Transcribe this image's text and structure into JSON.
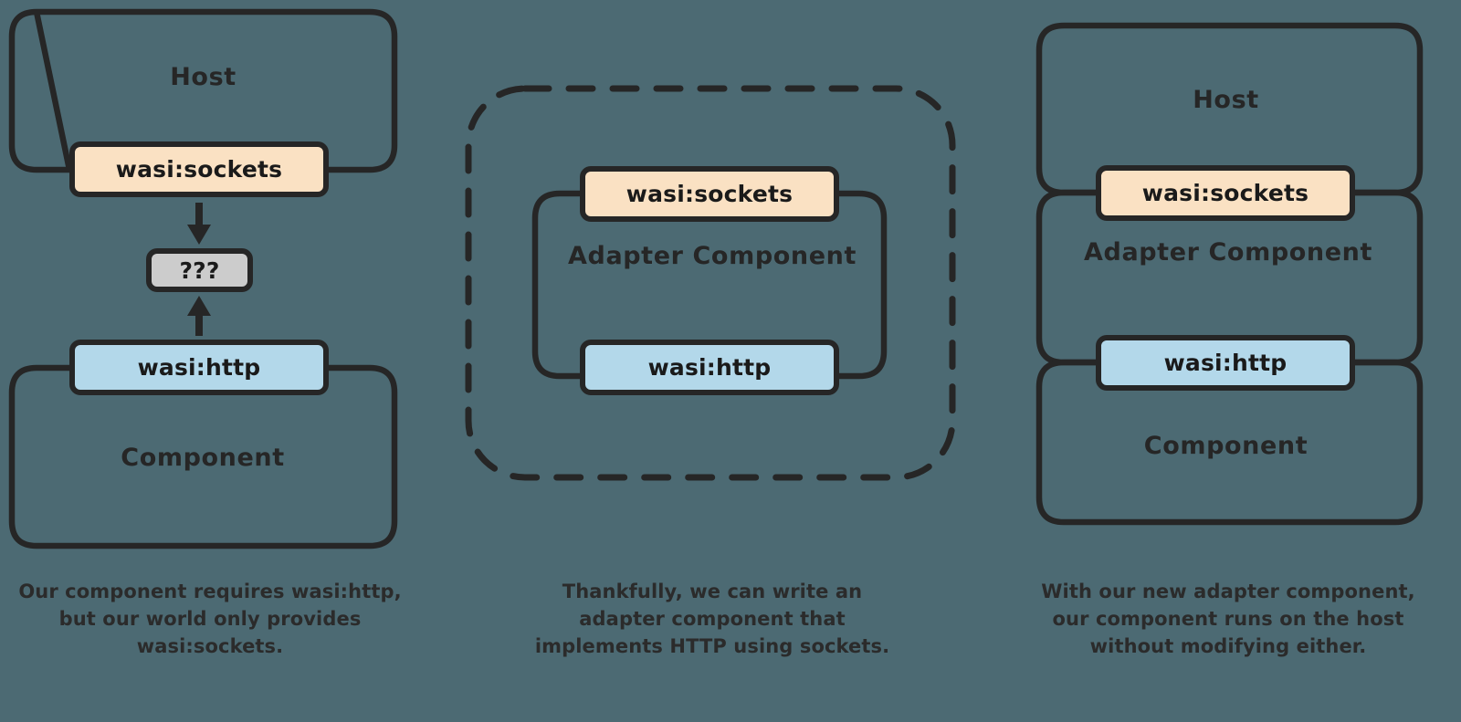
{
  "background_color": "#4c6a73",
  "stroke_color": "#262626",
  "text_color": "#262626",
  "palette": {
    "sockets_chip": "#fae1c3",
    "http_chip": "#b3d8ea",
    "unknown_chip": "#cccccc",
    "background": "#4c6a73",
    "outline": "#262626"
  },
  "panels": [
    {
      "id": "panel-1",
      "boxes": {
        "host_label": "Host",
        "component_label": "Component"
      },
      "chips": {
        "sockets": "wasi:sockets",
        "unknown": "???",
        "http": "wasi:http"
      },
      "arrows": [
        {
          "name": "arrow-sockets-to-unknown",
          "direction": "down"
        },
        {
          "name": "arrow-http-to-unknown",
          "direction": "up"
        }
      ],
      "caption": "Our component requires wasi:http, but our world only provides wasi:sockets."
    },
    {
      "id": "panel-2",
      "boxes": {
        "adapter_label": "Adapter Component"
      },
      "chips": {
        "sockets": "wasi:sockets",
        "http": "wasi:http"
      },
      "outer_border_style": "dashed",
      "caption": "Thankfully, we can write an adapter component that implements HTTP using sockets."
    },
    {
      "id": "panel-3",
      "boxes": {
        "host_label": "Host",
        "adapter_label": "Adapter Component",
        "component_label": "Component"
      },
      "chips": {
        "sockets": "wasi:sockets",
        "http": "wasi:http"
      },
      "caption": "With our new adapter component, our component runs on the host without modifying either."
    }
  ]
}
